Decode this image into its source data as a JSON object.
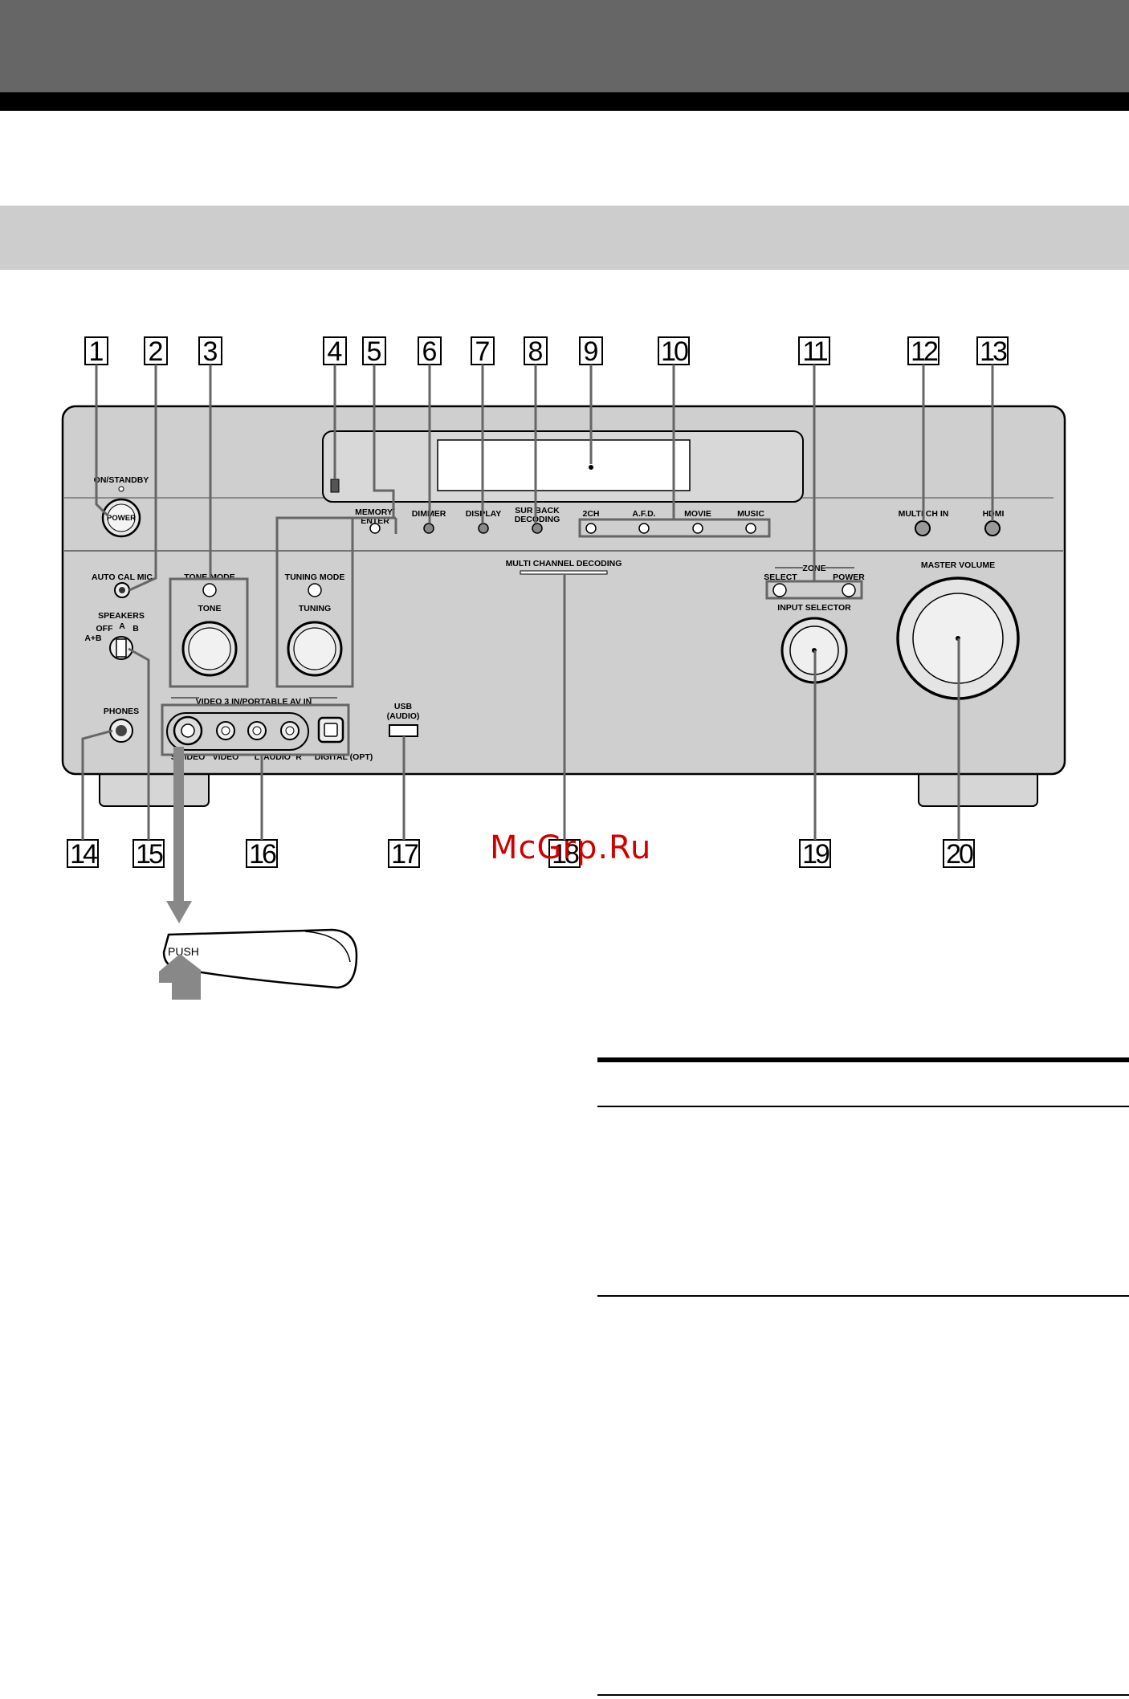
{
  "callouts": [
    "1",
    "2",
    "3",
    "4",
    "5",
    "6",
    "7",
    "8",
    "9",
    "10",
    "11",
    "12",
    "13",
    "14",
    "15",
    "16",
    "17",
    "18",
    "19",
    "20"
  ],
  "labels": {
    "on_standby": "ON/STANDBY",
    "power": "POWER",
    "memory_enter_1": "MEMORY/",
    "memory_enter_2": "ENTER",
    "dimmer": "DIMMER",
    "display": "DISPLAY",
    "sur_back_1": "SUR BACK",
    "sur_back_2": "DECODING",
    "ch2": "2CH",
    "afd": "A.F.D.",
    "movie": "MOVIE",
    "music": "MUSIC",
    "multi_ch_in": "MULTI CH IN",
    "hdmi": "HDMI",
    "auto_cal_mic": "AUTO CAL MIC",
    "tone_mode": "TONE MODE",
    "tone": "TONE",
    "tuning_mode": "TUNING MODE",
    "tuning": "TUNING",
    "multi_channel_decoding": "MULTI CHANNEL DECODING",
    "zone": "ZONE",
    "zone_select": "SELECT",
    "zone_power": "POWER",
    "input_selector": "INPUT SELECTOR",
    "master_volume": "MASTER VOLUME",
    "speakers": "SPEAKERS",
    "speakers_off": "OFF",
    "speakers_a": "A",
    "speakers_b": "B",
    "speakers_ab": "A+B",
    "phones": "PHONES",
    "video3_in": "VIDEO 3 IN/PORTABLE AV IN",
    "s_video": "S VIDEO",
    "video": "VIDEO",
    "audio_l": "L",
    "audio": "AUDIO",
    "audio_r": "R",
    "digital_opt": "DIGITAL (OPT)",
    "usb_1": "USB",
    "usb_2": "(AUDIO)",
    "push": "PUSH"
  },
  "watermark": "McGrp.Ru",
  "colors": {
    "panel": "#cfcfcf",
    "panel_dark": "#b0b0b0",
    "arrow": "#888888",
    "watermark": "#d10000"
  }
}
